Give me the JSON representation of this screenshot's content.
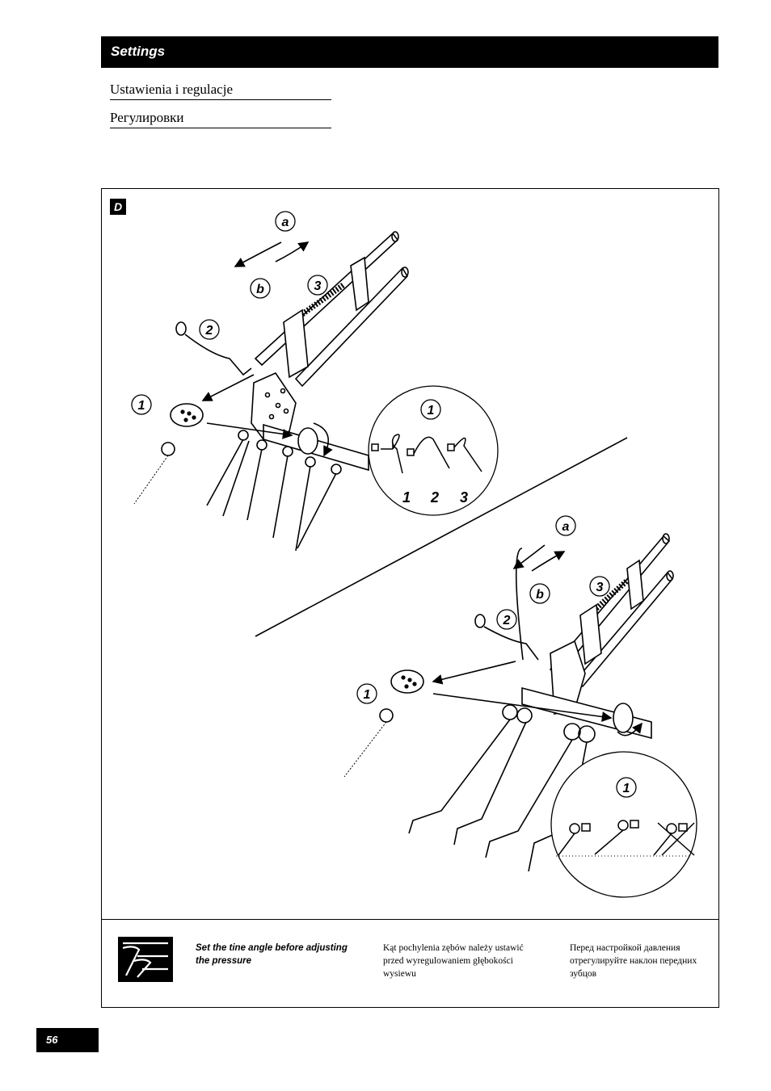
{
  "header": {
    "title": "Settings"
  },
  "subtitles": {
    "polish": "Ustawienia i regulacje",
    "russian": "Регулировки"
  },
  "figure": {
    "label": "D",
    "callouts": {
      "a": "a",
      "b": "b",
      "one": "1",
      "two": "2",
      "three": "3"
    },
    "positions": [
      "1",
      "2",
      "3"
    ]
  },
  "note": {
    "icon": "tine-adjustment-icon",
    "english": "Set the tine angle before adjusting the pressure",
    "polish": "Kąt pochylenia zębów należy ustawić przed wyregulowaniem głębokości wysiewu",
    "russian": "Перед настройкой давления отрегулируйте наклон передних зубцов"
  },
  "page": {
    "number": "56"
  }
}
